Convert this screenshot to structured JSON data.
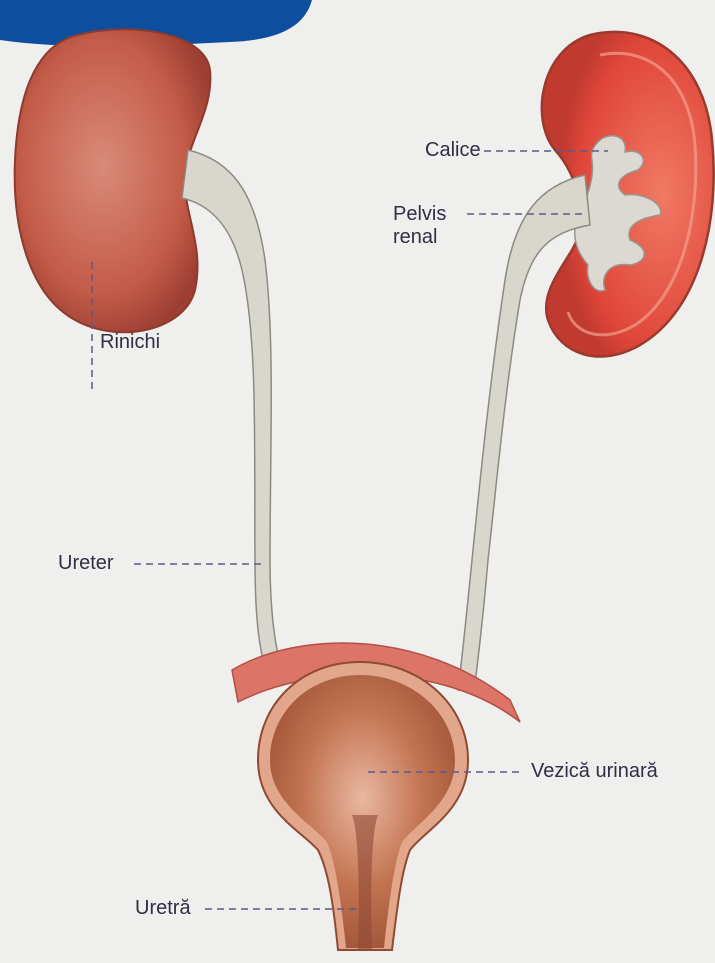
{
  "colors": {
    "paper": "#efefed",
    "kidney": "#c9624f",
    "kidney_dark": "#a8473b",
    "kidney_cut": "#e04a3a",
    "ureter": "#d7d4cc",
    "bladder": "#b96a48",
    "bladder_wall": "#e2a68a",
    "muscle": "#dc7468",
    "leader": "#5a5a8a",
    "corner": "#0d4f9e"
  },
  "labels": {
    "calice": "Calice",
    "pelvis": "Pelvis\nrenal",
    "rinichi": "Rinichi",
    "ureter": "Ureter",
    "vezica": "Vezică urinară",
    "uretra": "Uretră"
  }
}
